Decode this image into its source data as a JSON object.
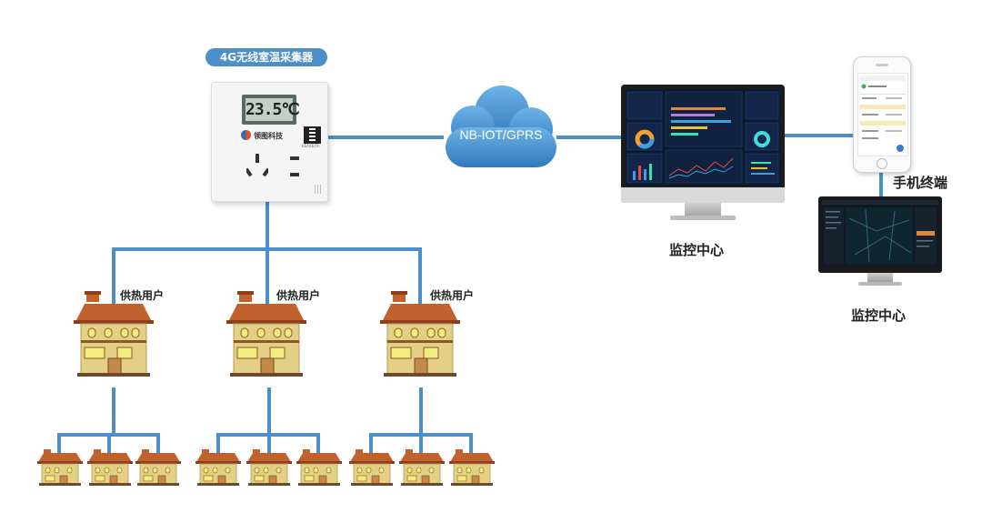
{
  "device": {
    "title": "4G无线室温采集器",
    "lcd_reading": "23.5℃",
    "brand_name": "领图科技",
    "qr_caption": "KEAXE/TA"
  },
  "network": {
    "label": "NB-IOT/GPRS"
  },
  "monitor_primary": {
    "label": "监控中心"
  },
  "monitor_secondary": {
    "label": "监控中心"
  },
  "phone": {
    "label": "手机终端"
  },
  "users": [
    {
      "label": "供热用户"
    },
    {
      "label": "供热用户"
    },
    {
      "label": "供热用户"
    }
  ],
  "colors": {
    "line": "#4a8fc9",
    "pill": "#4a8fc9",
    "cloud": "#3b86c8",
    "roof": "#c0612e",
    "wall": "#e3cf86",
    "window": "#f2ec7c",
    "screen": "#0d1a2e"
  }
}
